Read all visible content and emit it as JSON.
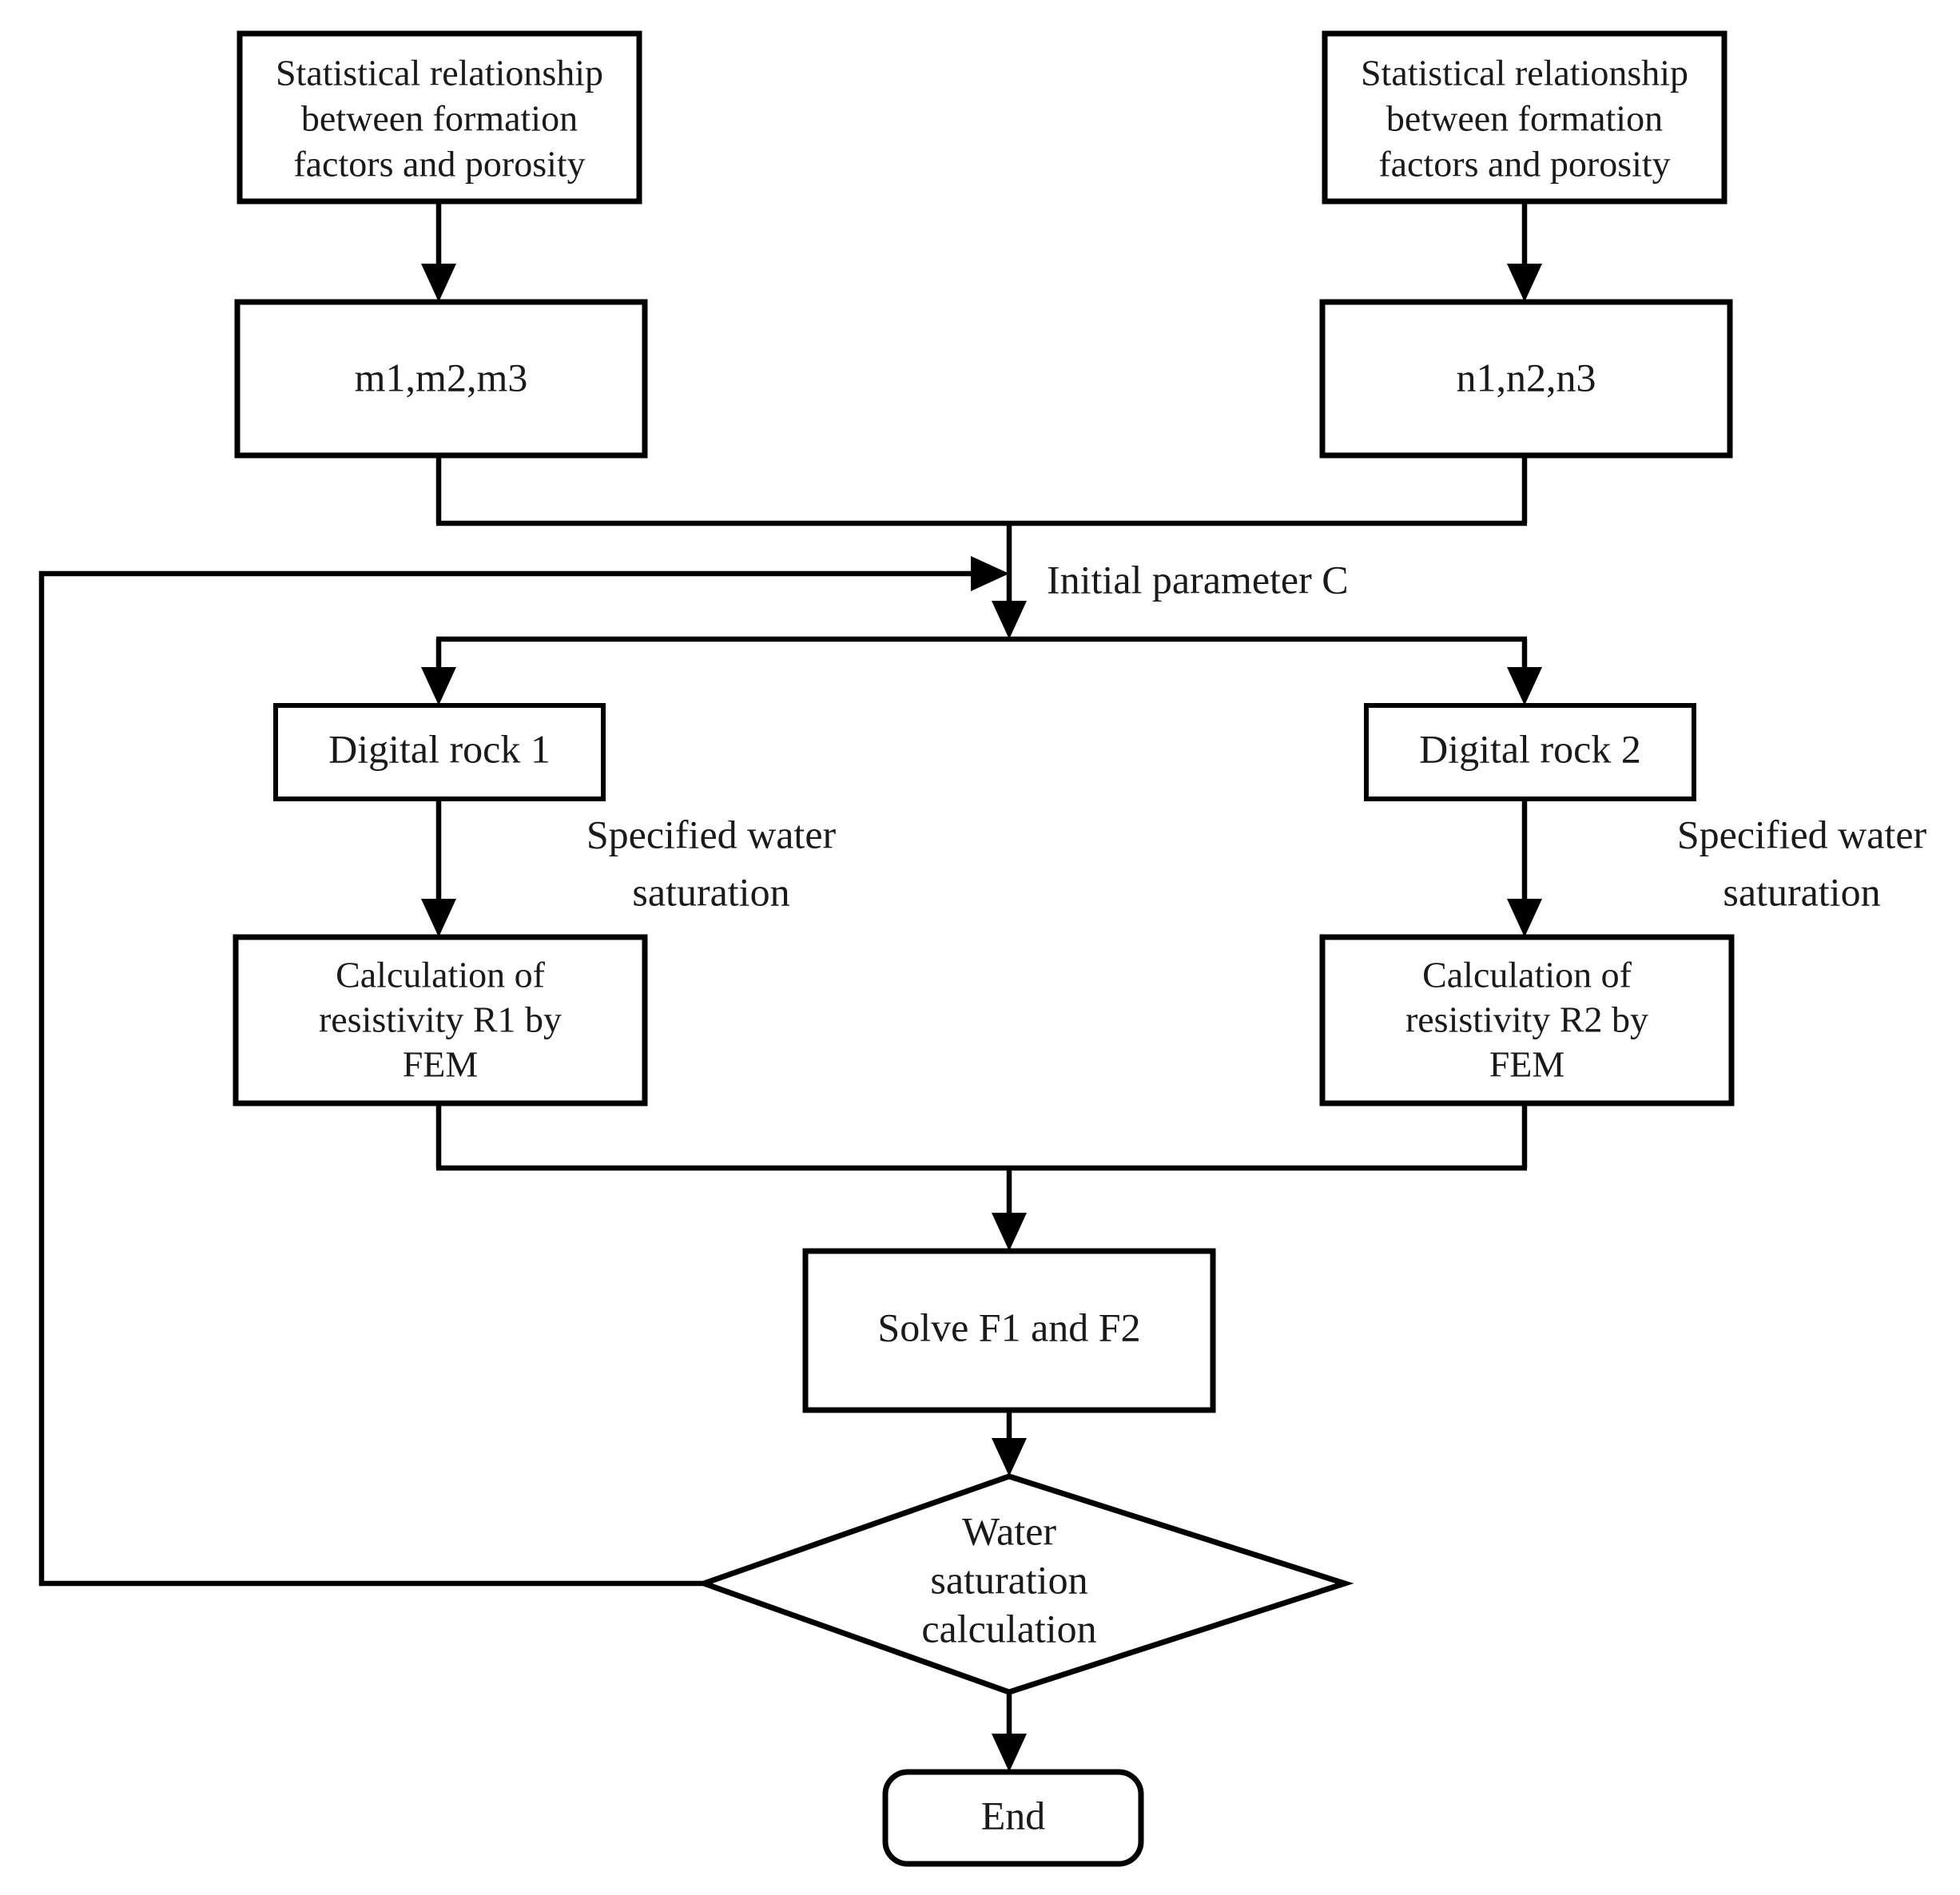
{
  "diagram": {
    "title": "Water saturation calculation workflow flowchart",
    "type": "flowchart",
    "background_color": "#ffffff",
    "line_color": "#000000",
    "text_color": "#1a1a1a"
  },
  "nodes": {
    "stat_left": {
      "shape": "process",
      "lines": [
        "Statistical relationship",
        "between formation",
        "factors and porosity"
      ]
    },
    "stat_right": {
      "shape": "process",
      "lines": [
        "Statistical relationship",
        "between formation",
        "factors and porosity"
      ]
    },
    "m_params": {
      "shape": "process",
      "lines": [
        "m1,m2,m3"
      ]
    },
    "n_params": {
      "shape": "process",
      "lines": [
        "n1,n2,n3"
      ]
    },
    "rock1": {
      "shape": "process",
      "lines": [
        "Digital rock 1"
      ]
    },
    "rock2": {
      "shape": "process",
      "lines": [
        "Digital rock 2"
      ]
    },
    "calc_r1": {
      "shape": "process",
      "lines": [
        "Calculation of",
        "resistivity R1 by",
        "FEM"
      ]
    },
    "calc_r2": {
      "shape": "process",
      "lines": [
        "Calculation of",
        "resistivity R2 by",
        "FEM"
      ]
    },
    "solve": {
      "shape": "process",
      "lines": [
        "Solve F1 and F2"
      ]
    },
    "decision": {
      "shape": "diamond",
      "lines": [
        "Water",
        "saturation",
        "calculation"
      ]
    },
    "end": {
      "shape": "terminator",
      "lines": [
        "End"
      ]
    }
  },
  "edge_labels": {
    "initial_parameter": "Initial parameter C",
    "specified_water_left": [
      "Specified water",
      "saturation"
    ],
    "specified_water_right": [
      "Specified water",
      "saturation"
    ]
  }
}
